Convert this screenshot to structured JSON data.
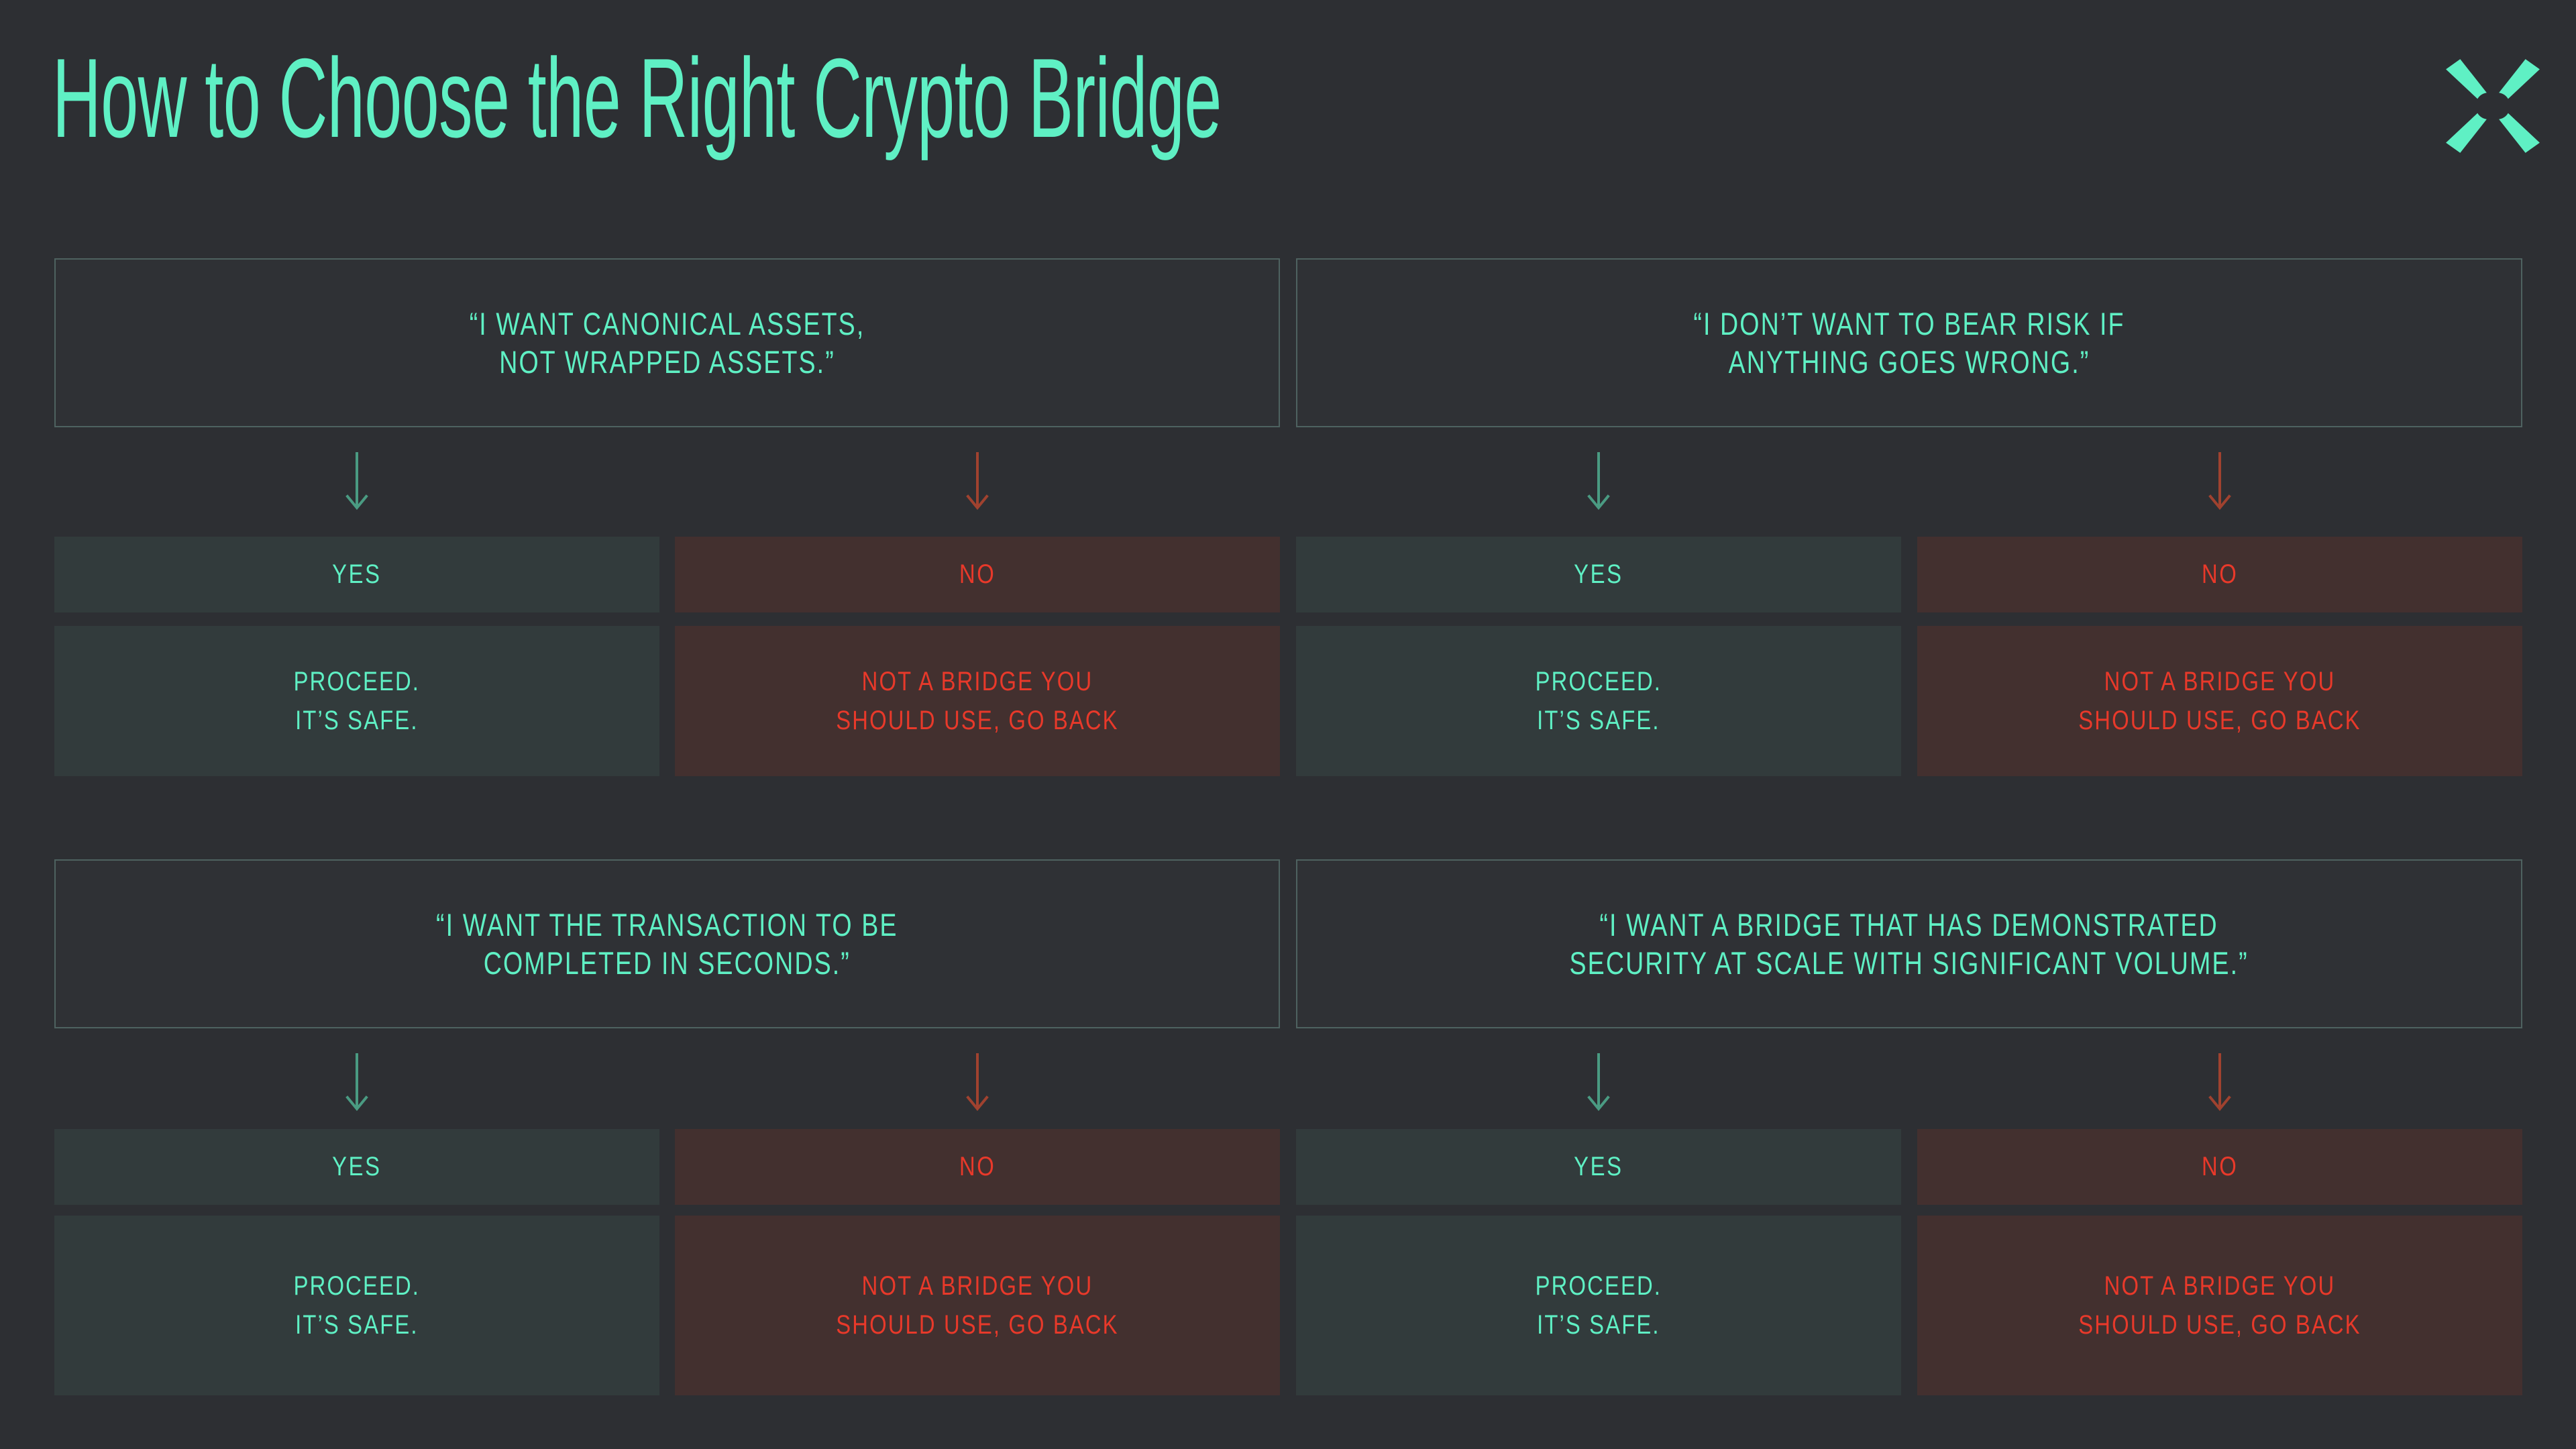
{
  "header": {
    "title": "How to Choose the Right Crypto Bridge",
    "logo_name": "x-logo",
    "title_color": "#5ff0c4"
  },
  "colors": {
    "background": "#2d2f33",
    "mint": "#5ff0c4",
    "red": "#e8392a",
    "yes_box": "#323b3c",
    "no_box": "#43302f",
    "card_border": "#4e6260",
    "arrow_yes": "#4a9b82",
    "arrow_no": "#a0422f"
  },
  "labels": {
    "yes": "YES",
    "no": "NO",
    "proceed": "PROCEED.\nIT’S SAFE.",
    "not_a_bridge": "NOT A BRIDGE YOU\nSHOULD USE, GO BACK"
  },
  "questions": [
    {
      "id": "canonical-assets",
      "text": "“I WANT CANONICAL ASSETS,\nNOT WRAPPED ASSETS.”",
      "yes_label": "YES",
      "no_label": "NO",
      "yes_outcome": "PROCEED.\nIT’S SAFE.",
      "no_outcome": "NOT A BRIDGE YOU\nSHOULD USE, GO BACK"
    },
    {
      "id": "bear-risk",
      "text": "“I DON’T WANT TO BEAR RISK IF\nANYTHING GOES WRONG.”",
      "yes_label": "YES",
      "no_label": "NO",
      "yes_outcome": "PROCEED.\nIT’S SAFE.",
      "no_outcome": "NOT A BRIDGE YOU\nSHOULD USE, GO BACK"
    },
    {
      "id": "seconds-completion",
      "text": "“I WANT THE TRANSACTION TO BE\nCOMPLETED IN SECONDS.”",
      "yes_label": "YES",
      "no_label": "NO",
      "yes_outcome": "PROCEED.\nIT’S SAFE.",
      "no_outcome": "NOT A BRIDGE YOU\nSHOULD USE, GO BACK"
    },
    {
      "id": "demonstrated-security",
      "text": "“I WANT A BRIDGE THAT HAS DEMONSTRATED\nSECURITY AT SCALE WITH SIGNIFICANT VOLUME.”",
      "yes_label": "YES",
      "no_label": "NO",
      "yes_outcome": "PROCEED.\nIT’S SAFE.",
      "no_outcome": "NOT A BRIDGE YOU\nSHOULD USE, GO BACK"
    }
  ]
}
